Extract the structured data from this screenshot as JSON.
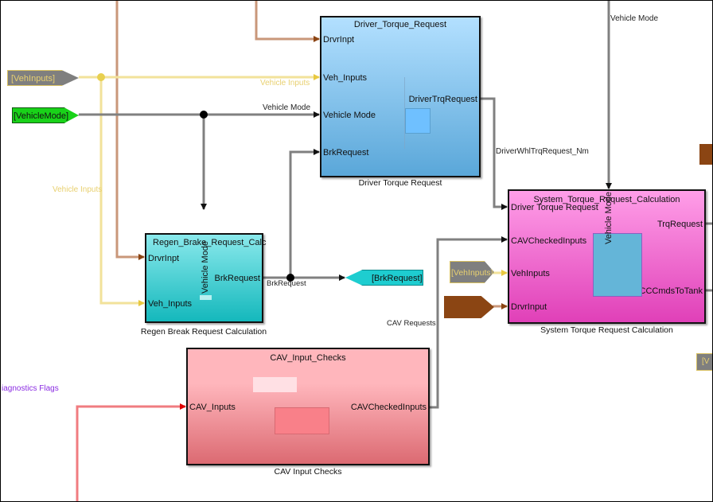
{
  "diagram": {
    "type": "simulink-model",
    "goto_tags": {
      "veh_inputs_left": "[VehInputs]",
      "vehicle_mode": "[VehicleMode]",
      "brk_request": "[BrkRequest]",
      "veh_inputs_sys": "[VehInputs]",
      "drvr_input_sys": "",
      "right_edge_partial": "[V"
    },
    "signal_labels": {
      "vehicle_inputs_top": "Vehicle Inputs",
      "vehicle_mode_top": "Vehicle Mode",
      "vehicle_inputs_left": "Vehicle Inputs",
      "vehicle_mode_vertical": "Vehicle Mode",
      "driver_whl_trq": "DriverWhlTrqRequest_Nm",
      "brk_request": "BrkRequest",
      "cav_requests": "CAV Requests",
      "diagnostics_flags": "iagnostics Flags"
    },
    "blocks": {
      "driver_torque": {
        "title": "Driver_Torque_Request",
        "caption": "Driver Torque Request",
        "inputs": [
          "DrvrInpt",
          "Veh_Inputs",
          "Vehicle Mode",
          "BrkRequest"
        ],
        "outputs": [
          "DriverTrqRequest"
        ]
      },
      "regen_brake": {
        "title": "Regen_Brake_Request_Calc",
        "caption": "Regen Break Request Calculation",
        "inputs": [
          "DrvrInpt",
          "Veh_Inputs"
        ],
        "top_input": "Vehicle Mode",
        "outputs": [
          "BrkRequest"
        ]
      },
      "system_torque": {
        "title": "System_Torque_Request_Calculation",
        "caption": "System Torque Request Calculation",
        "inputs": [
          "Driver Torque Request",
          "CAVCheckedInputs",
          "VehInputs",
          "DrvrInput"
        ],
        "top_input": "Vehicle Mode",
        "outputs": [
          "TrqRequest",
          "ACCCmdsToTank"
        ]
      },
      "cav_checks": {
        "title": "CAV_Input_Checks",
        "caption": "CAV Input Checks",
        "inputs": [
          "CAV_Inputs"
        ],
        "outputs": [
          "CAVCheckedInputs"
        ]
      }
    },
    "colors": {
      "driver_torque_top": "#b3e0ff",
      "driver_torque_bottom": "#5aa7d9",
      "regen_top": "#8ae9ec",
      "regen_bottom": "#14b8bc",
      "system_top": "#ff9ee8",
      "system_bottom": "#e040b8",
      "cav_top": "#ffb6bc",
      "cav_bottom": "#dc6a72",
      "veh_inputs_wire": "#f2e29a",
      "drvr_wire": "#c9977a",
      "vehicle_mode_wire": "#808080",
      "cav_wire": "#f07c80",
      "vehicle_mode_tag": "#19d219",
      "veh_inputs_tag": "#7f7f7f",
      "veh_inputs_tag_text": "#e8d070",
      "brk_tag": "#1ecdd0",
      "drvr_tag": "#8b4513",
      "diagnostics_text": "#8a2be2"
    }
  }
}
